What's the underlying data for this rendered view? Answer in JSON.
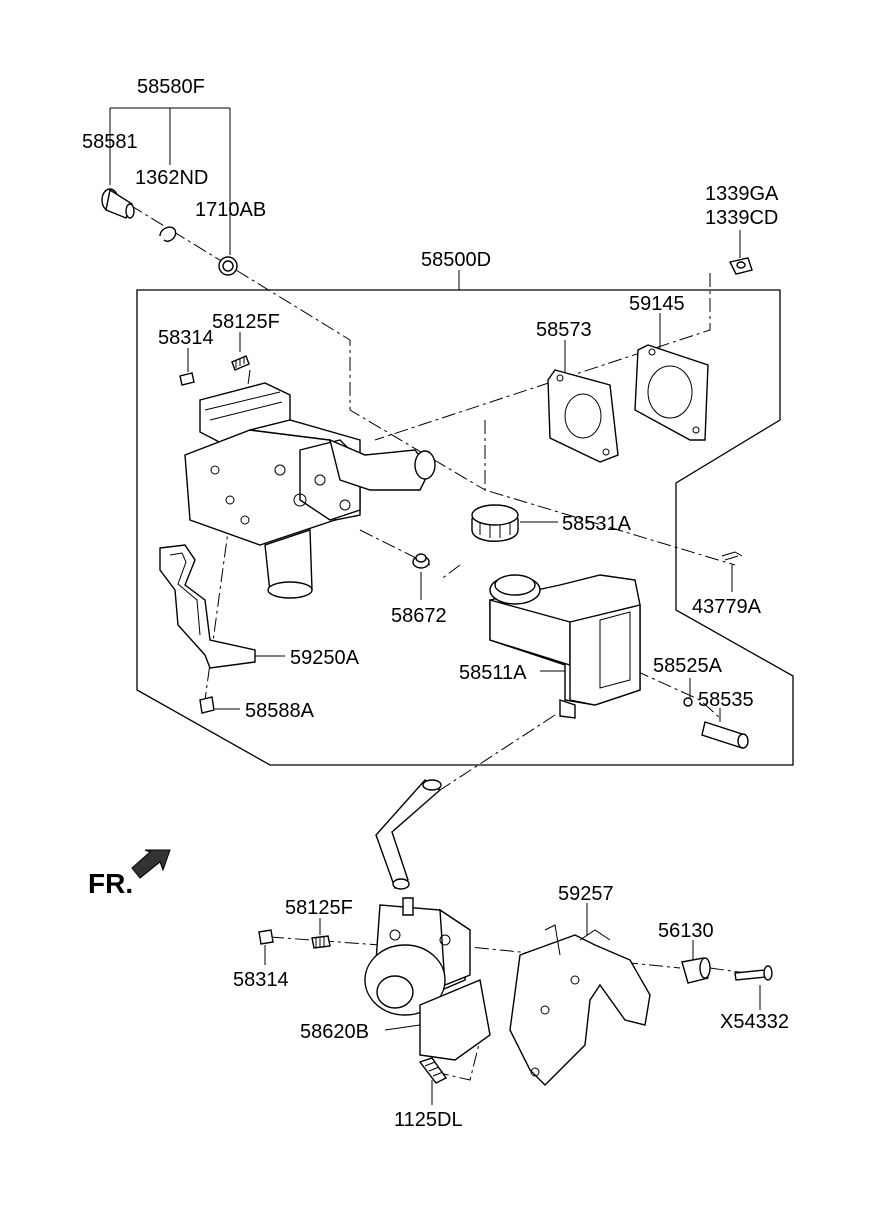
{
  "diagram": {
    "direction_label": "FR.",
    "labels": {
      "p58580F": "58580F",
      "p58581": "58581",
      "p1362ND": "1362ND",
      "p1710AB": "1710AB",
      "p1339GA": "1339GA",
      "p1339CD": "1339CD",
      "p58500D": "58500D",
      "p59145": "59145",
      "p58573": "58573",
      "p58125F_top": "58125F",
      "p58314_top": "58314",
      "p58531A": "58531A",
      "p58672": "58672",
      "p43779A": "43779A",
      "p59250A": "59250A",
      "p58511A": "58511A",
      "p58525A": "58525A",
      "p58535": "58535",
      "p58588A": "58588A",
      "p58125F_bot": "58125F",
      "p59257": "59257",
      "p56130": "56130",
      "p58314_bot": "58314",
      "pX54332": "X54332",
      "p58620B": "58620B",
      "p1125DL": "1125DL"
    }
  }
}
